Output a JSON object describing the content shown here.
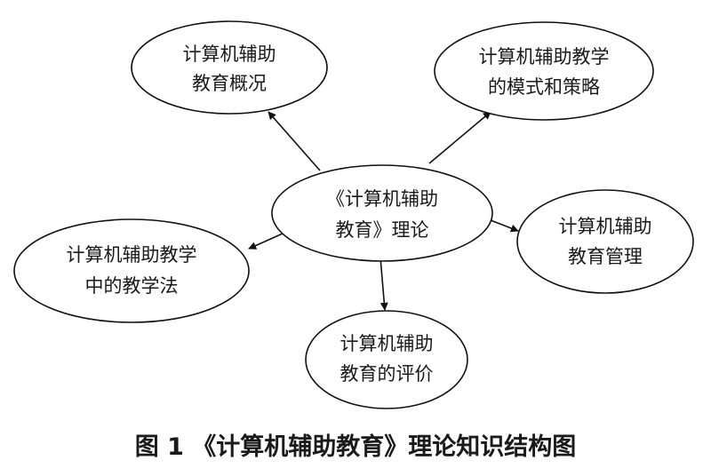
{
  "diagram": {
    "center": {
      "lines": [
        "《计算机辅助",
        "教育》理论"
      ]
    },
    "nodes": [
      {
        "id": "overview",
        "lines": [
          "计算机辅助",
          "教育概况"
        ]
      },
      {
        "id": "models",
        "lines": [
          "计算机辅助教学",
          "的模式和策略"
        ]
      },
      {
        "id": "management",
        "lines": [
          "计算机辅助",
          "教育管理"
        ]
      },
      {
        "id": "evaluation",
        "lines": [
          "计算机辅助",
          "教育的评价"
        ]
      },
      {
        "id": "methods",
        "lines": [
          "计算机辅助教学",
          "中的教学法"
        ]
      }
    ]
  },
  "caption": "图 1 《计算机辅助教育》理论知识结构图"
}
